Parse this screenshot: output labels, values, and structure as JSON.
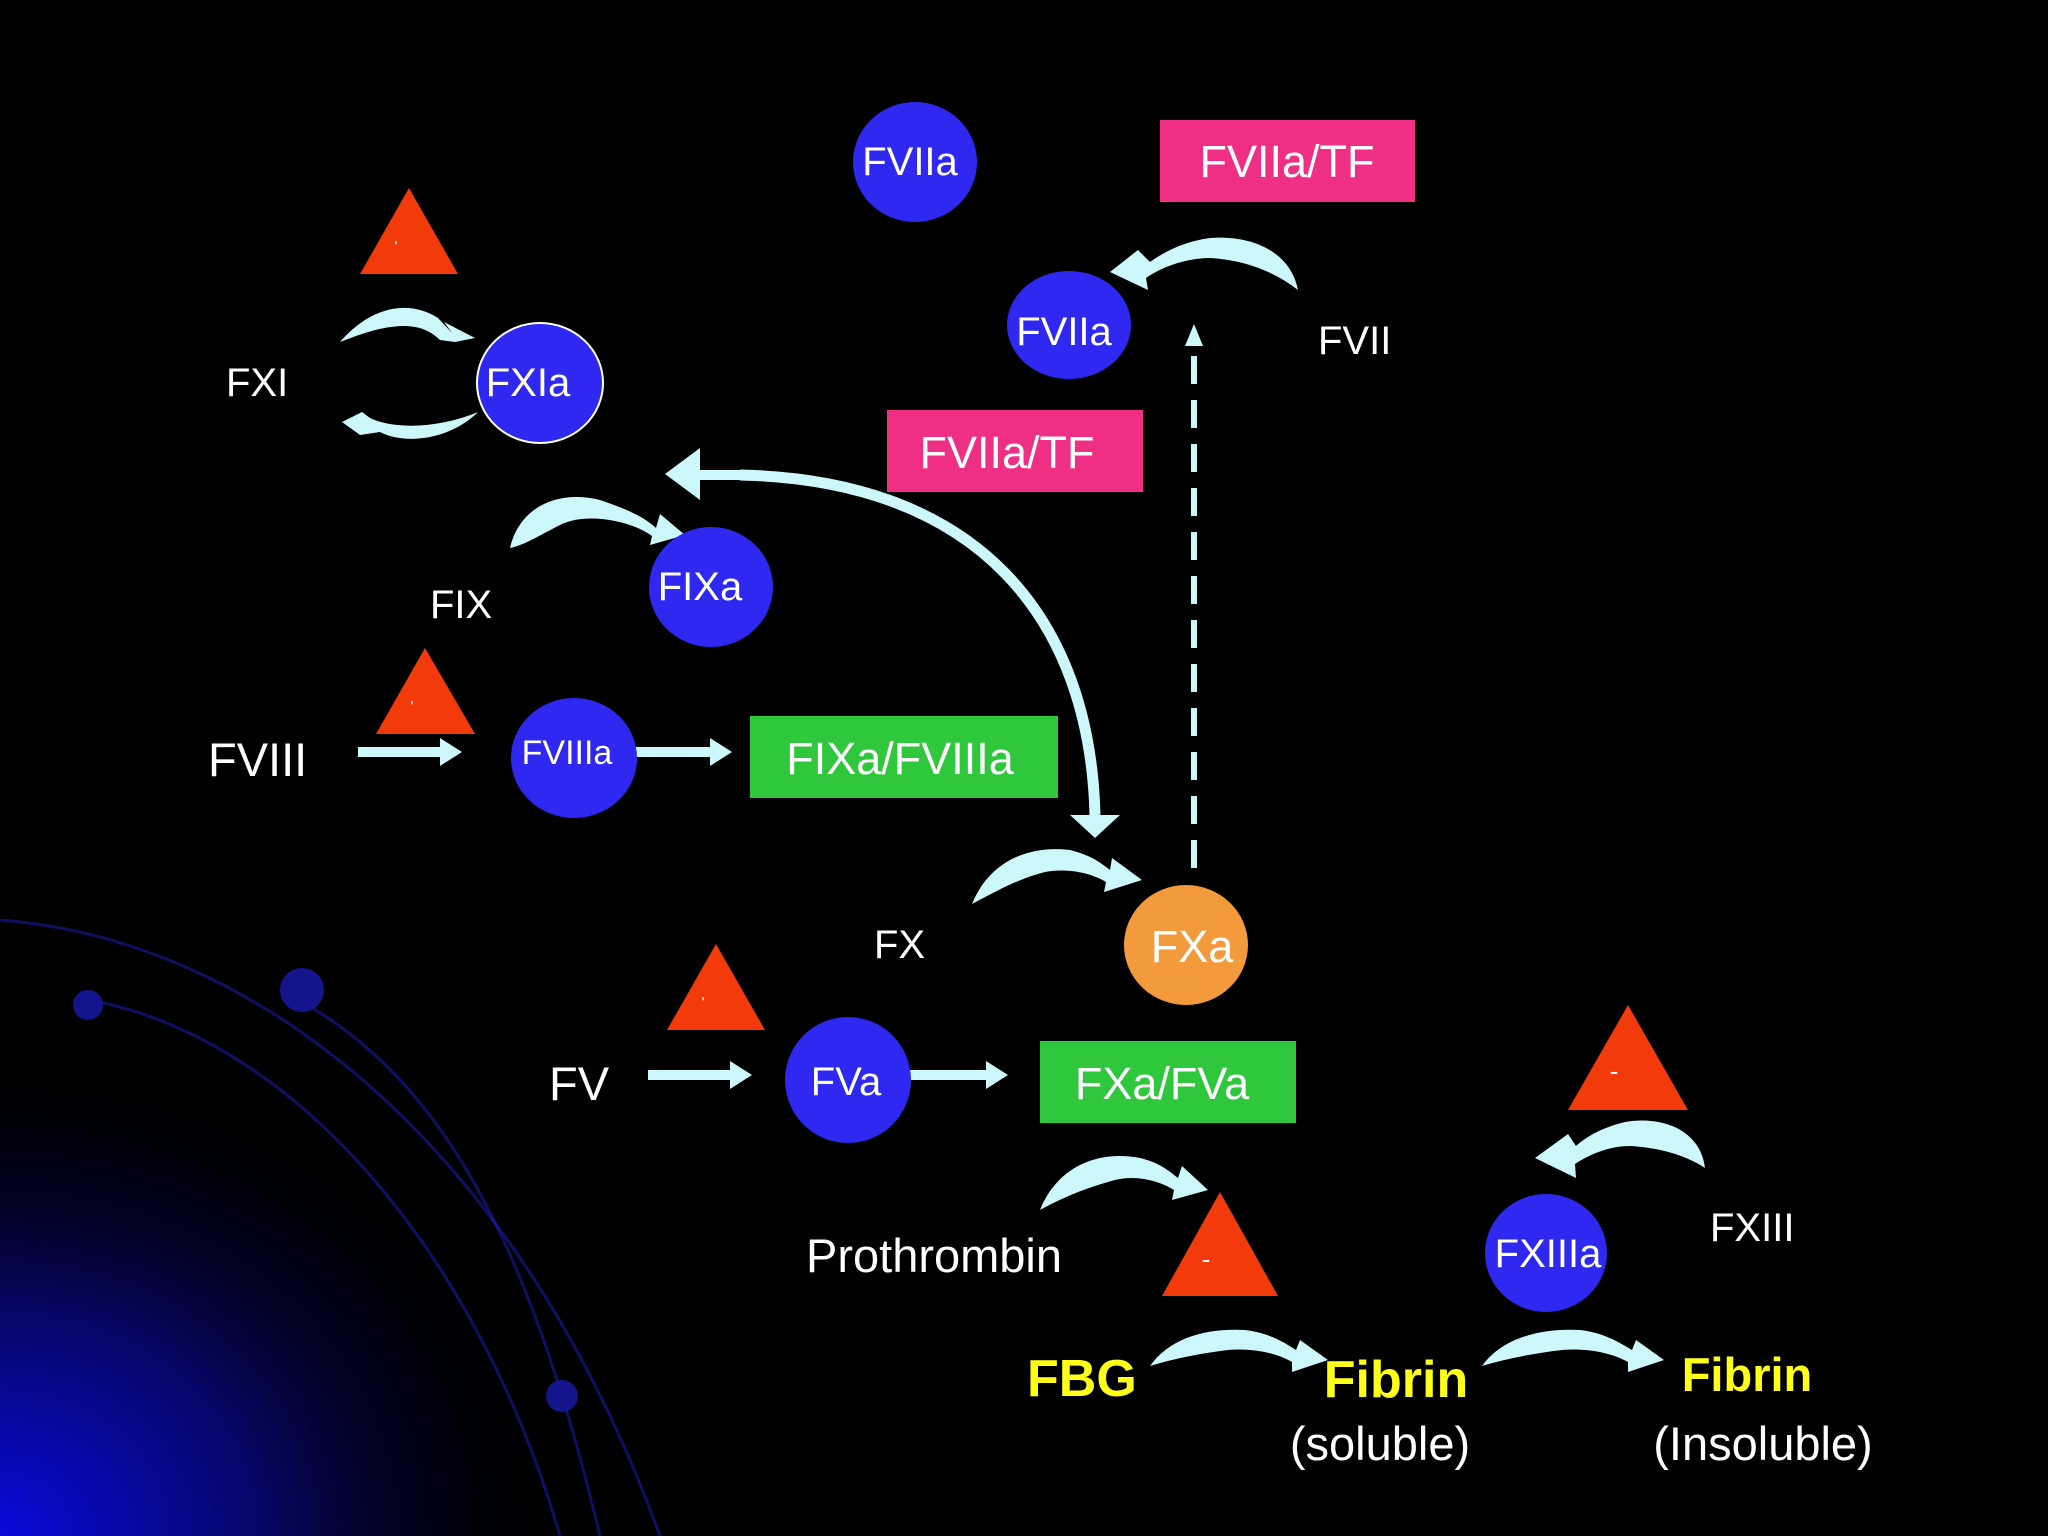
{
  "colors": {
    "background": "#000000",
    "circle_blue": "#2f28f0",
    "circle_orange": "#f39a3c",
    "box_pink": "#ee2f84",
    "box_green": "#2fc73c",
    "triangle_red": "#f23a0b",
    "arrow_cyan": "#ccf7fb",
    "label_white": "#ffffff",
    "label_yellow": "#ffff1a"
  },
  "circles": {
    "fviia_top": "FVIIa",
    "fviia": "FVIIa",
    "fxia": "FXIa",
    "fixa": "FIXa",
    "fviiia": "FVIIIa",
    "fxa": "FXa",
    "fva": "FVa",
    "fxiiia": "FXIIIa"
  },
  "boxes": {
    "fviia_tf_top": "FVIIa/TF",
    "fviia_tf": "FVIIa/TF",
    "fixa_fviiia": "FIXa/FVIIIa",
    "fxa_fva": "FXa/FVa"
  },
  "labels": {
    "fvii": "FVII",
    "fxi": "FXI",
    "fix": "FIX",
    "fviii": "FVIII",
    "fx": "FX",
    "fv": "FV",
    "prothrombin": "Prothrombin",
    "fxiii": "FXIII",
    "fbg": "FBG",
    "fibrin_soluble": "Fibrin",
    "soluble_note": "(soluble)",
    "fibrin_insoluble": "Fibrin",
    "insoluble_note": "(Insoluble)"
  },
  "triangles": {
    "fxi_marker": "'",
    "fviii_marker": "'",
    "fv_marker": "'",
    "prothrombin_marker": "-",
    "fxiii_marker": "-"
  }
}
